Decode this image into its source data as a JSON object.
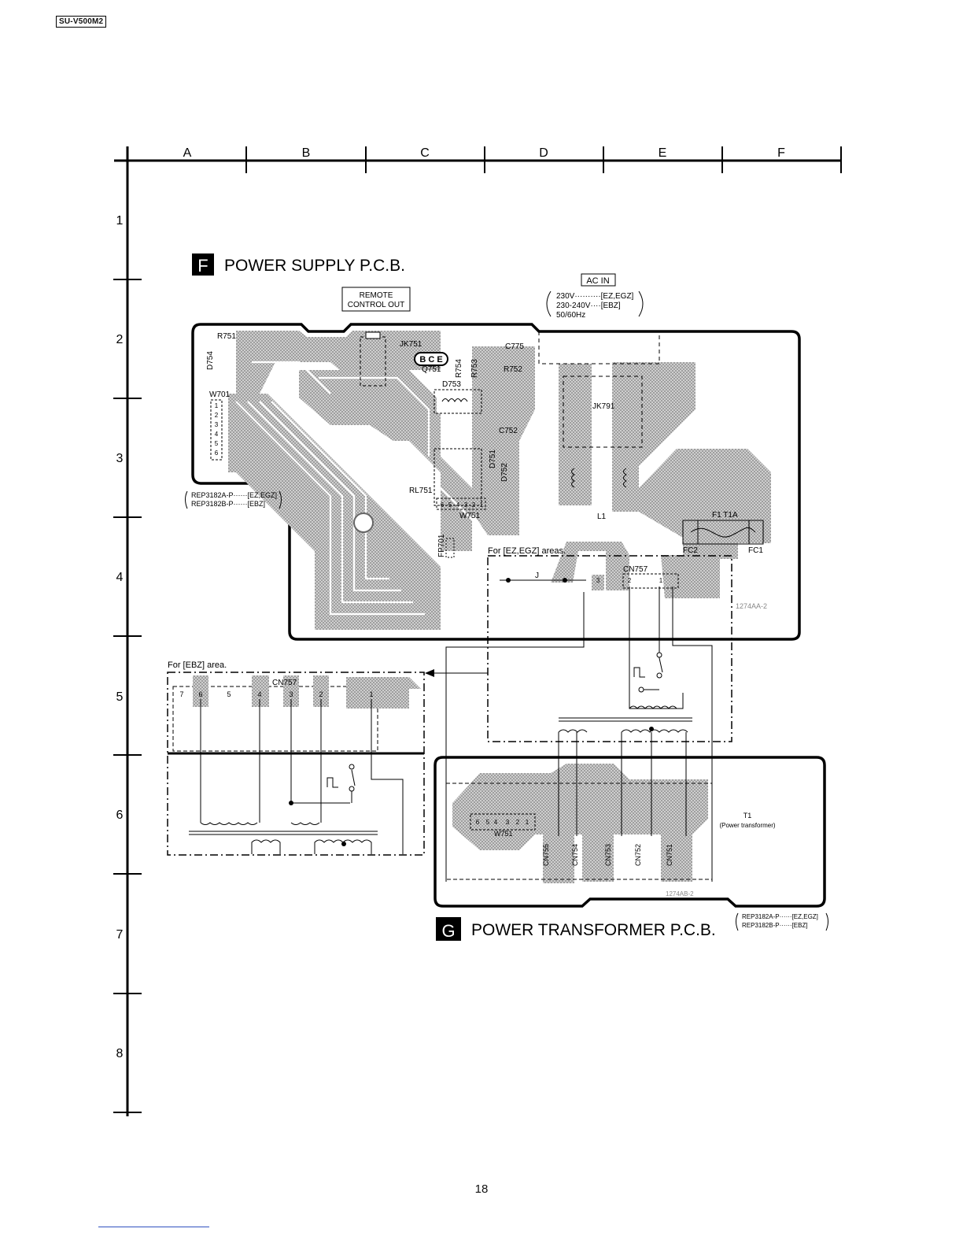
{
  "model": "SU-V500M2",
  "page_number": "18",
  "grid": {
    "columns": [
      "A",
      "B",
      "C",
      "D",
      "E",
      "F"
    ],
    "rows": [
      "1",
      "2",
      "3",
      "4",
      "5",
      "6",
      "7",
      "8"
    ]
  },
  "boards": {
    "power_supply": {
      "letter": "F",
      "title": "POWER SUPPLY P.C.B.",
      "part_numbers": [
        "REP3182A-P······[EZ,EGZ]",
        "REP3182B-P······[EBZ]"
      ],
      "board_code": "1274AA-2"
    },
    "power_transformer": {
      "letter": "G",
      "title": "POWER TRANSFORMER P.C.B.",
      "part_numbers": [
        "REP3182A-P······[EZ,EGZ]",
        "REP3182B-P······[EBZ]"
      ],
      "board_code": "1274AB-2"
    }
  },
  "labels": {
    "remote_line1": "REMOTE",
    "remote_line2": "CONTROL OUT",
    "ac_in": "AC IN",
    "ac_spec": [
      "230V··········[EZ,EGZ]",
      "230-240V····[EBZ]",
      "50/60Hz"
    ],
    "for_ez_egz": "For [EZ,EGZ] areas.",
    "for_ebz": "For [EBZ] area.",
    "t1": "T1",
    "t1_desc": "(Power transformer)",
    "fuse": "F1 T1A",
    "fc1": "FC1",
    "fc2": "FC2",
    "l1": "L1",
    "j": "J"
  },
  "components": {
    "r751": "R751",
    "d754": "D754",
    "w701": "W701",
    "jk751": "JK751",
    "q751": "Q751",
    "bce": "B C E",
    "r754": "R754",
    "r753": "R753",
    "c775": "C775",
    "r752": "R752",
    "d753": "D753",
    "jk791": "JK791",
    "c752": "C752",
    "d751": "D751",
    "d752": "D752",
    "rl751": "RL751",
    "w751": "W751",
    "fp701": "FP701",
    "cn757": "CN757",
    "cn755": "CN755",
    "cn754": "CN754",
    "cn753": "CN753",
    "cn752": "CN752",
    "cn751": "CN751"
  },
  "pins": {
    "w701": [
      "1",
      "2",
      "3",
      "4",
      "5",
      "6"
    ],
    "rl751": [
      "6",
      "5",
      "4",
      "3",
      "2",
      "1"
    ],
    "w751_g": [
      "6",
      "5",
      "4",
      "3",
      "2",
      "1"
    ],
    "cn757_ez": [
      "3",
      "2",
      "1"
    ],
    "cn757_ebz": [
      "7",
      "6",
      "5",
      "4",
      "3",
      "2",
      "1"
    ]
  }
}
